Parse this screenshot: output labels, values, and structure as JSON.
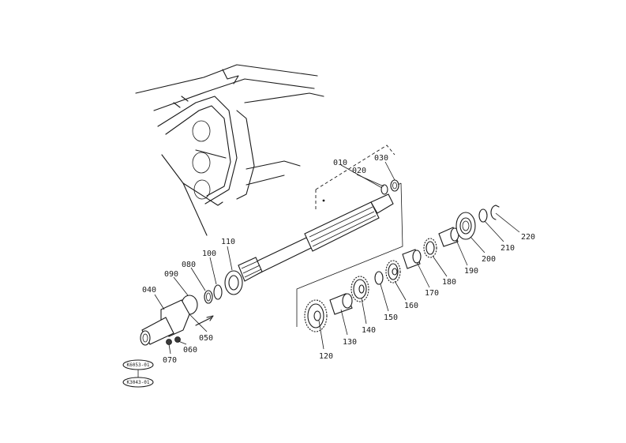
{
  "callouts": [
    {
      "id": "010",
      "label": "010"
    },
    {
      "id": "020",
      "label": "020"
    },
    {
      "id": "030",
      "label": "030"
    },
    {
      "id": "040",
      "label": "040"
    },
    {
      "id": "050",
      "label": "050"
    },
    {
      "id": "060",
      "label": "060"
    },
    {
      "id": "070",
      "label": "070"
    },
    {
      "id": "080",
      "label": "080"
    },
    {
      "id": "090",
      "label": "090"
    },
    {
      "id": "100",
      "label": "100"
    },
    {
      "id": "110",
      "label": "110"
    },
    {
      "id": "120",
      "label": "120"
    },
    {
      "id": "130",
      "label": "130"
    },
    {
      "id": "140",
      "label": "140"
    },
    {
      "id": "150",
      "label": "150"
    },
    {
      "id": "160",
      "label": "160"
    },
    {
      "id": "170",
      "label": "170"
    },
    {
      "id": "180",
      "label": "180"
    },
    {
      "id": "190",
      "label": "190"
    },
    {
      "id": "200",
      "label": "200"
    },
    {
      "id": "210",
      "label": "210"
    },
    {
      "id": "220",
      "label": "220"
    }
  ],
  "reference_badges": [
    {
      "id": "ref1",
      "label": "K6053-01"
    },
    {
      "id": "ref2",
      "label": "K3043-01"
    }
  ]
}
